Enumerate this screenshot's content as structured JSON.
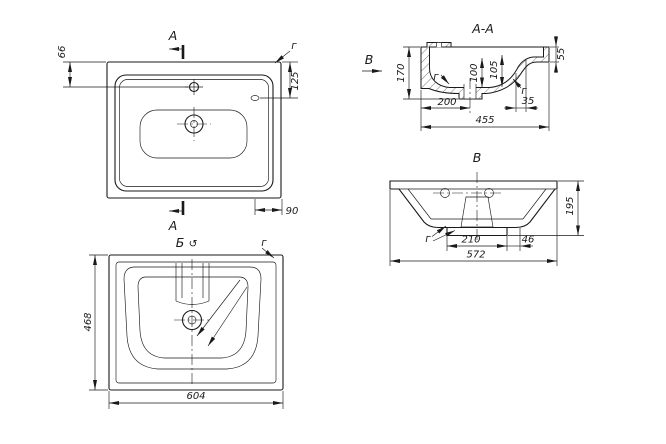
{
  "drawing_labels": {
    "plan": {
      "section_letter": "А",
      "corner_label": "г",
      "dim_66": "66",
      "dim_125": "125",
      "dim_90": "90"
    },
    "bottom_view": {
      "title": "Б",
      "rotated_symbol": "↺",
      "corner_label": "г",
      "dim_468": "468",
      "dim_604": "604"
    },
    "section_aa": {
      "title": "А-А",
      "view_letter": "В",
      "corner_label": "г",
      "dim_170": "170",
      "dim_100": "100",
      "dim_105": "105",
      "dim_55": "55",
      "dim_200": "200",
      "dim_35": "35",
      "dim_455": "455"
    },
    "front_view": {
      "title": "В",
      "corner_label": "г",
      "dim_195": "195",
      "dim_210": "210",
      "dim_46": "46",
      "dim_572": "572"
    }
  }
}
